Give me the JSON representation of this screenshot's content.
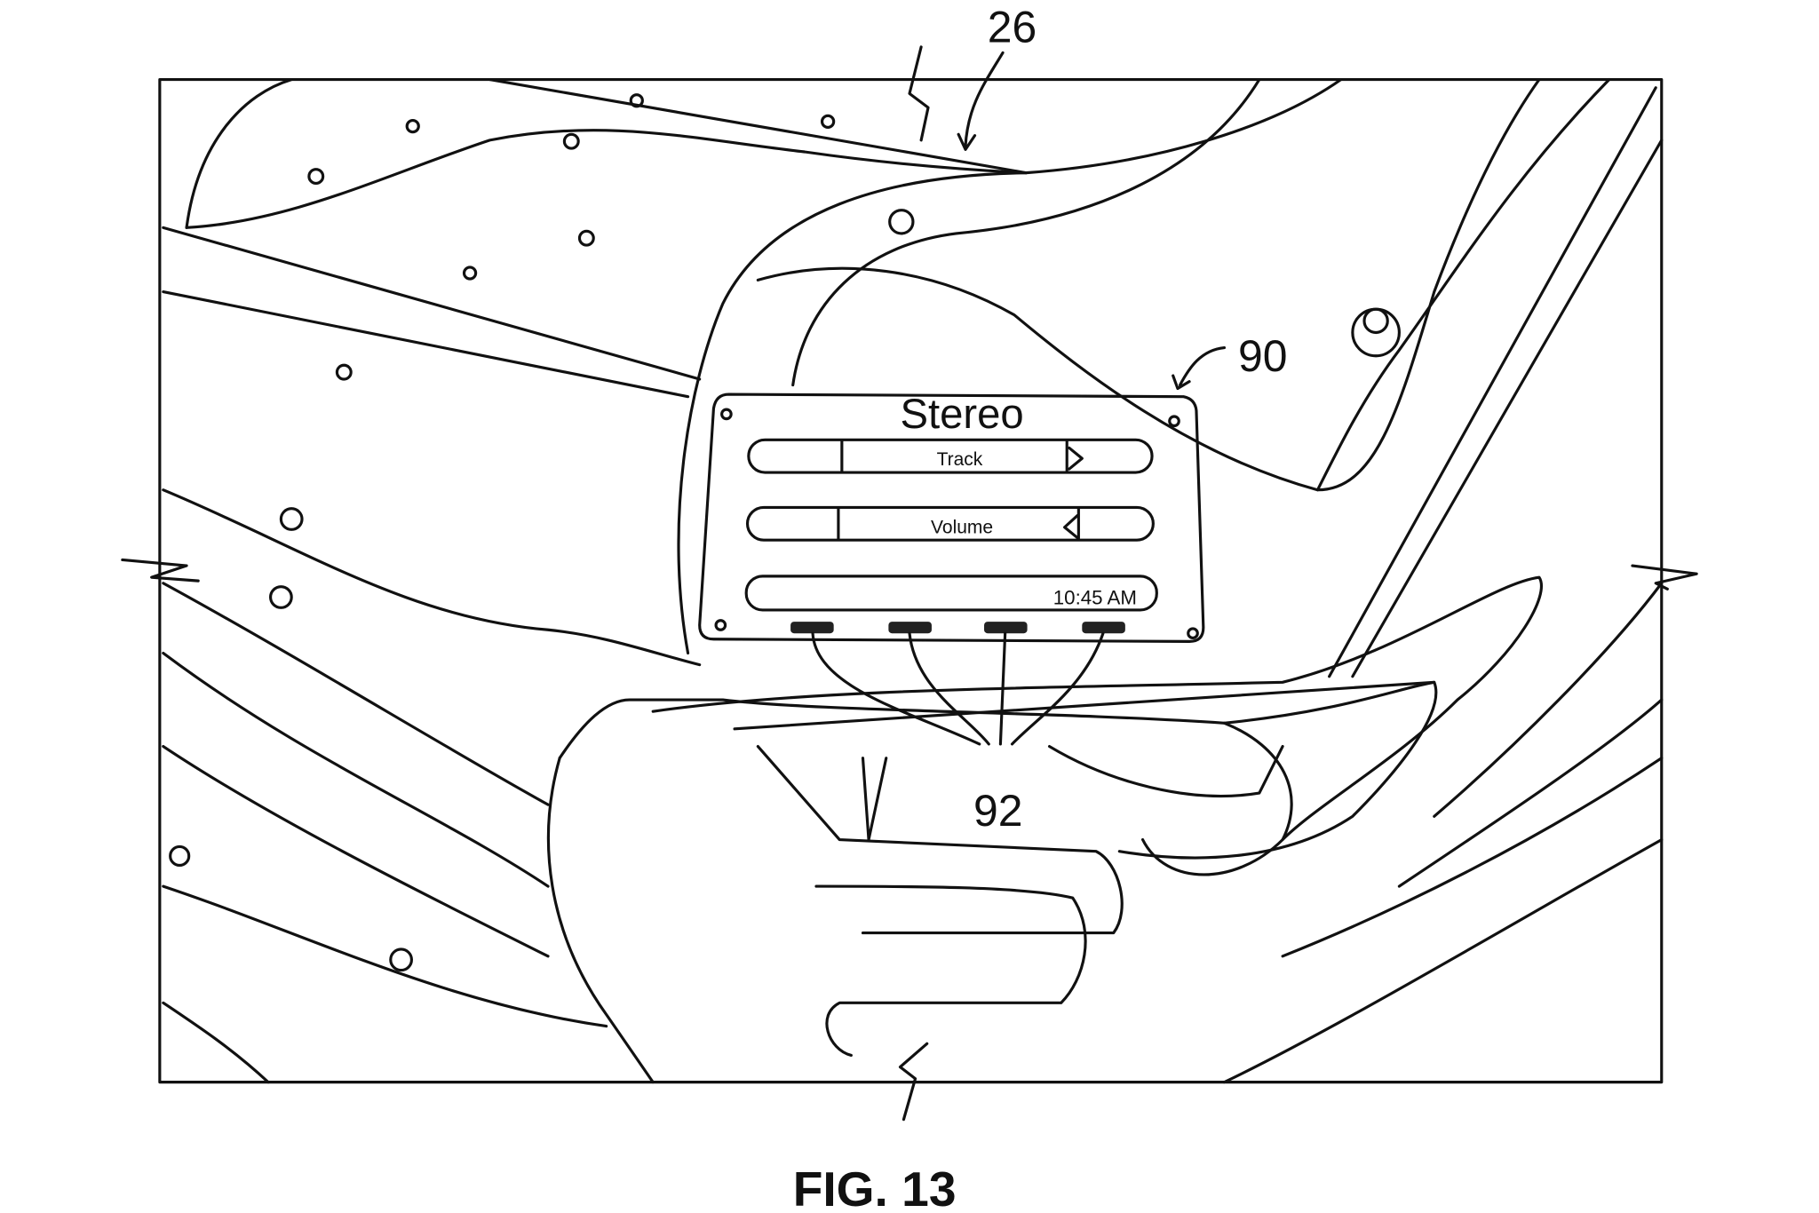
{
  "figure": {
    "caption": "FIG. 13",
    "ref_numerals": {
      "assembly": "26",
      "display": "90",
      "buttons": "92"
    }
  },
  "stereo_display": {
    "title": "Stereo",
    "track_label": "Track",
    "volume_label": "Volume",
    "clock": "10:45 AM",
    "button_count": 4
  }
}
